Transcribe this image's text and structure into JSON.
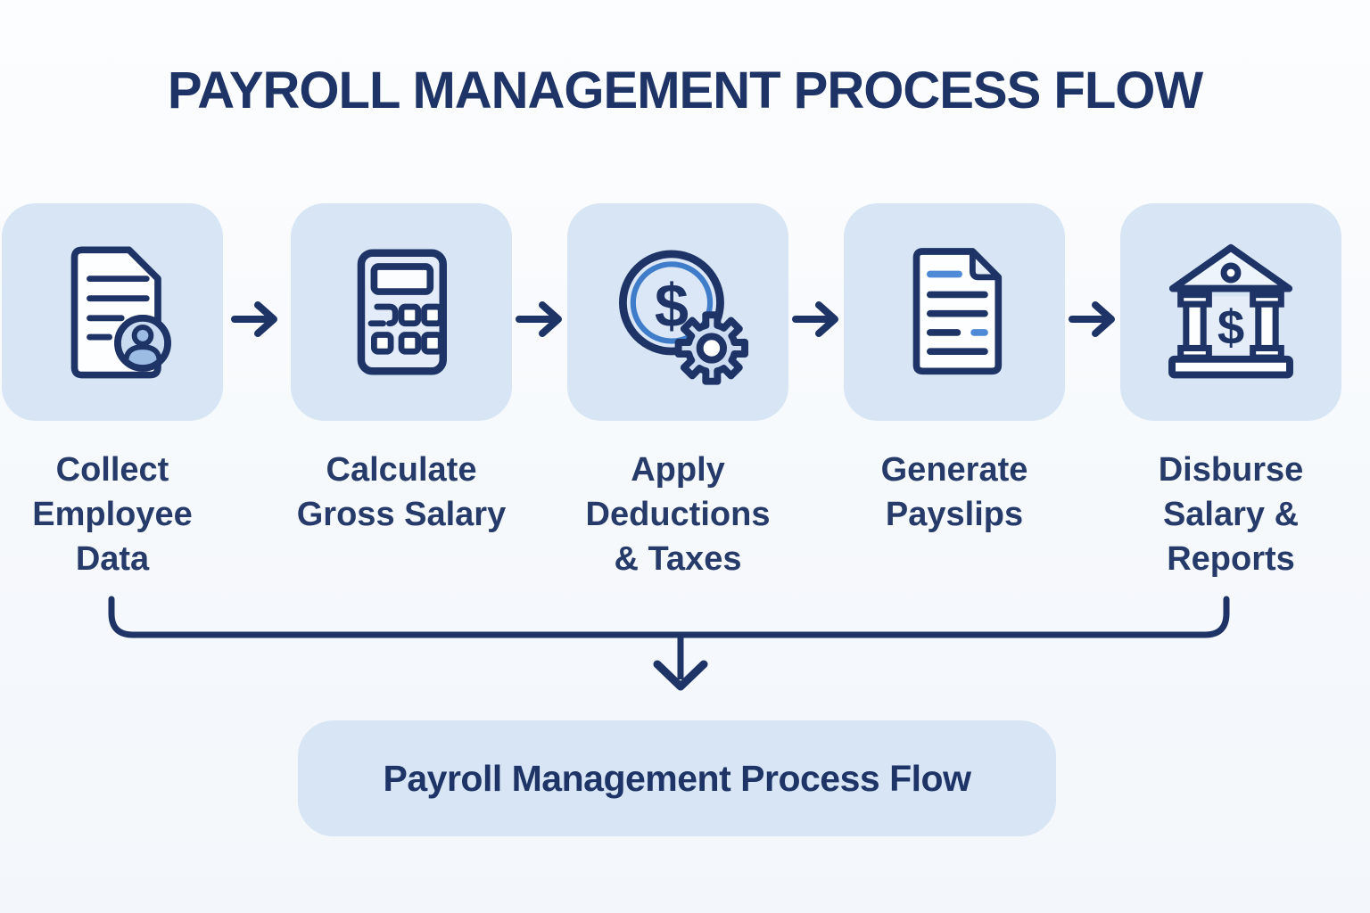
{
  "title": "PAYROLL MANAGEMENT PROCESS FLOW",
  "steps": [
    {
      "label_lines": [
        "Collect",
        "Employee",
        "Data"
      ],
      "icon": "employee-data-document-icon"
    },
    {
      "label_lines": [
        "Calculate",
        "Gross Salary"
      ],
      "icon": "calculator-icon"
    },
    {
      "label_lines": [
        "Apply",
        "Deductions",
        "& Taxes"
      ],
      "icon": "dollar-coin-gear-icon"
    },
    {
      "label_lines": [
        "Generate",
        "Payslips"
      ],
      "icon": "payslip-document-icon"
    },
    {
      "label_lines": [
        "Disburse",
        "Salary &",
        "Reports"
      ],
      "icon": "bank-icon"
    }
  ],
  "summary": {
    "label": "Payroll Management Process Flow"
  },
  "icons": {
    "dollar_glyph": "$"
  },
  "colors": {
    "navy": "#1e3467",
    "panel_blue": "#d7e5f4",
    "accent_blue": "#3f7cc9",
    "background": "#f8fafc"
  }
}
